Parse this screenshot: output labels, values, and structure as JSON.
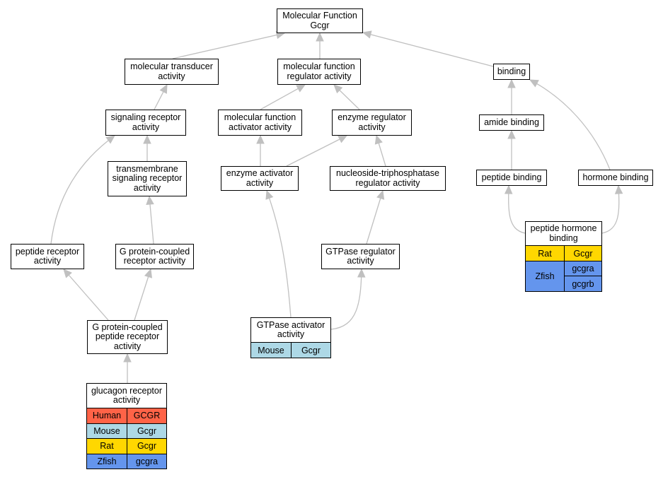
{
  "colors": {
    "Human": "#ff6347",
    "Mouse": "#add8e6",
    "Rat": "#ffd700",
    "Zfish": "#6495ed",
    "edge": "#c0c0c0"
  },
  "nodes": {
    "root": "Molecular Function\nGcgr",
    "transducer": "molecular transducer\nactivity",
    "regulator": "molecular function\nregulator activity",
    "binding": "binding",
    "sigrec": "signaling receptor\nactivity",
    "activator": "molecular function\nactivator activity",
    "enzreg": "enzyme regulator\nactivity",
    "amide": "amide binding",
    "tmsig": "transmembrane\nsignaling receptor\nactivity",
    "enzact": "enzyme activator\nactivity",
    "ntpreg": "nucleoside-triphosphatase\nregulator activity",
    "peptide": "peptide binding",
    "hormone": "hormone binding",
    "peprec": "peptide receptor\nactivity",
    "gpcr": "G protein-coupled\nreceptor activity",
    "gtpreg": "GTPase regulator\nactivity",
    "gpcrpep": "G protein-coupled\npeptide receptor\nactivity"
  },
  "tables": {
    "phb": {
      "title": "peptide hormone\nbinding",
      "rat": {
        "species": "Rat",
        "gene": "Gcgr"
      },
      "zfish": {
        "species": "Zfish",
        "genes": [
          "gcgra",
          "gcgrb"
        ]
      }
    },
    "gtpact": {
      "title": "GTPase activator\nactivity",
      "rows": [
        {
          "species": "Mouse",
          "gene": "Gcgr"
        }
      ]
    },
    "glucagon": {
      "title": "glucagon receptor\nactivity",
      "rows": [
        {
          "species": "Human",
          "gene": "GCGR"
        },
        {
          "species": "Mouse",
          "gene": "Gcgr"
        },
        {
          "species": "Rat",
          "gene": "Gcgr"
        },
        {
          "species": "Zfish",
          "gene": "gcgra"
        }
      ]
    }
  }
}
